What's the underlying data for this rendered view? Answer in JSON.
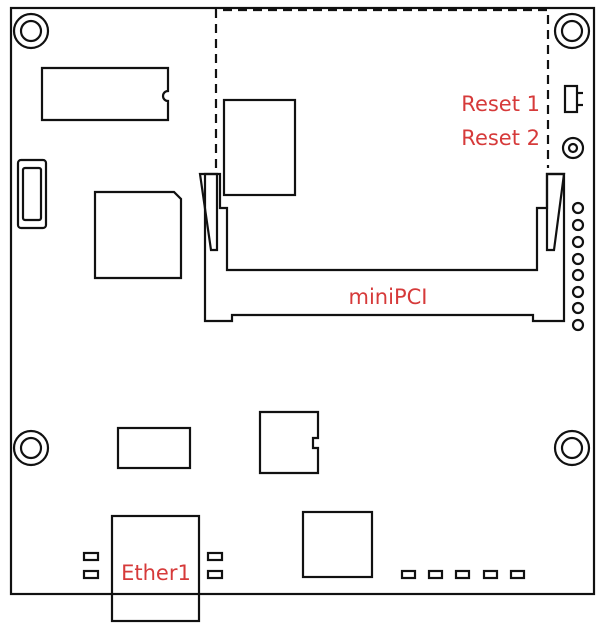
{
  "labels": {
    "reset1": "Reset 1",
    "reset2": "Reset 2",
    "minipci": "miniPCI",
    "ether1": "Ether1"
  },
  "colors": {
    "label": "#d63a3a",
    "line": "#111111",
    "background": "#ffffff"
  }
}
